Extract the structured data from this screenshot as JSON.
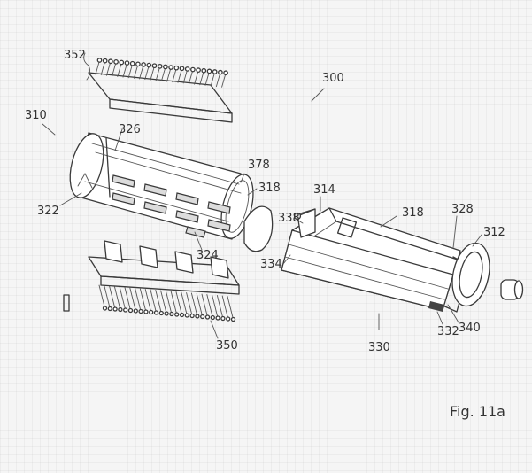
{
  "labels": {
    "l300": "300",
    "l310": "310",
    "l352": "352",
    "l326": "326",
    "l378": "378",
    "l318a": "318",
    "l322": "322",
    "l324": "324",
    "l350": "350",
    "l314": "314",
    "l338": "338",
    "l318b": "318",
    "l328": "328",
    "l312": "312",
    "l334": "334",
    "l332": "332",
    "l340": "340",
    "l330": "330"
  },
  "caption": "Fig. 11a"
}
